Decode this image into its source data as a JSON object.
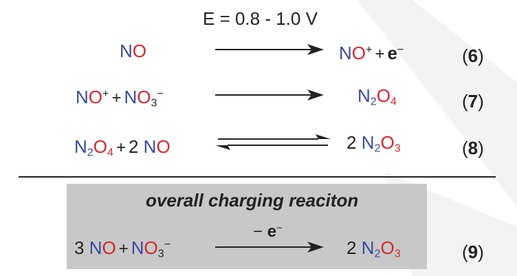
{
  "condition": "E = 0.8 - 1.0 V",
  "box_title": "overall charging reaciton",
  "colors": {
    "nitrogen": "#3b4a9c",
    "oxygen": "#d4262c",
    "box": "#c8c8c8",
    "text": "#222222"
  },
  "eq6": {
    "num_open": "(",
    "num": "6",
    "num_close": ")",
    "reactant": {
      "n": "N",
      "o": "O"
    },
    "product": {
      "n": "N",
      "o": "O",
      "sup": "+",
      "plus": "+",
      "e": "e",
      "e_sup": "−"
    }
  },
  "eq7": {
    "num_open": "(",
    "num": "7",
    "num_close": ")",
    "r1": {
      "n": "N",
      "o": "O",
      "sup": "+"
    },
    "plus": "+",
    "r2": {
      "n": "N",
      "o": "O",
      "sub": "3",
      "sup": "−"
    },
    "product": {
      "n": "N",
      "n_sub": "2",
      "o": "O",
      "o_sub": "4"
    }
  },
  "eq8": {
    "num_open": "(",
    "num": "8",
    "num_close": ")",
    "r1": {
      "n": "N",
      "n_sub": "2",
      "o": "O",
      "o_sub": "4"
    },
    "plus": "+",
    "r2_coef": "2",
    "r2": {
      "n": "N",
      "o": "O"
    },
    "product_coef": "2",
    "product": {
      "n": "N",
      "n_sub": "2",
      "o": "O",
      "o_sub": "3"
    }
  },
  "eq9": {
    "num_open": "(",
    "num": "9",
    "num_close": ")",
    "r1_coef": "3",
    "r1": {
      "n": "N",
      "o": "O"
    },
    "plus": "+",
    "r2": {
      "n": "N",
      "o": "O",
      "sub": "3",
      "sup": "−"
    },
    "arrow_label": {
      "minus": "−",
      "e": "e",
      "e_sup": "−"
    },
    "product_coef": "2",
    "product": {
      "n": "N",
      "n_sub": "2",
      "o": "O",
      "o_sub": "3"
    }
  }
}
